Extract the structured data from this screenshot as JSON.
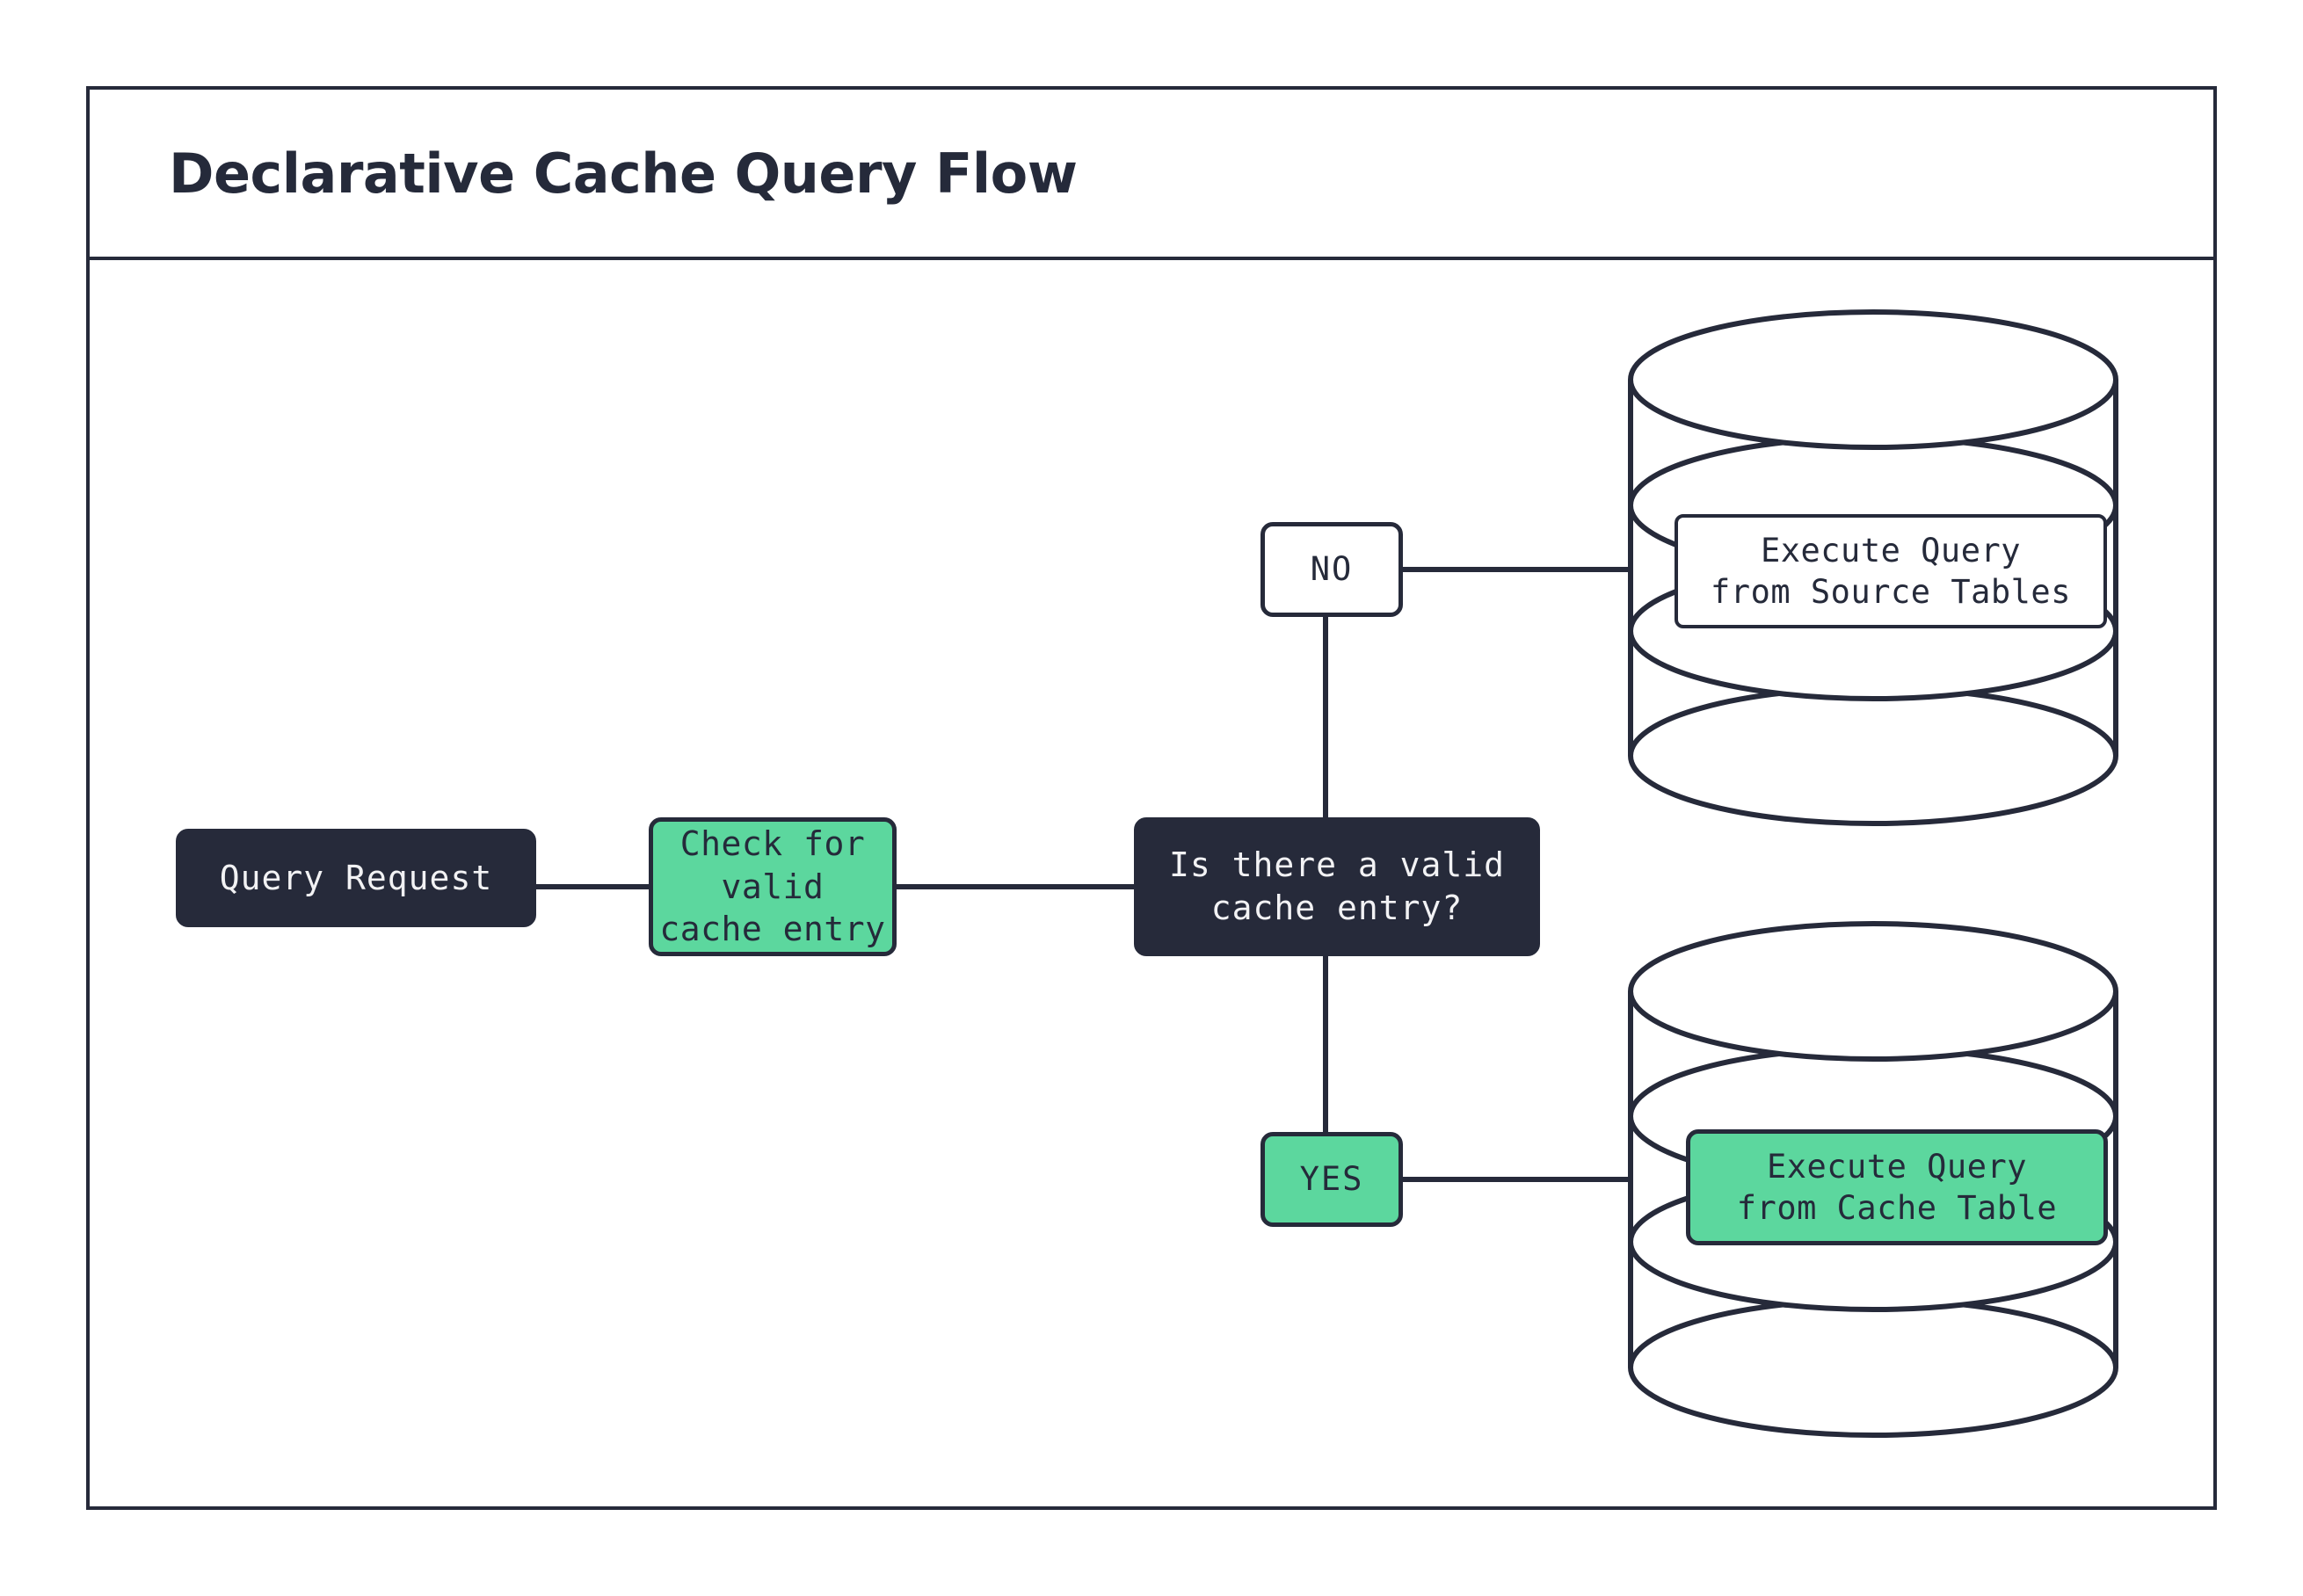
{
  "header": {
    "title": "Declarative Cache Query Flow"
  },
  "colors": {
    "ink": "#262a3a",
    "green": "#5cd79e",
    "white": "#ffffff",
    "text_light": "#f2f2f4"
  },
  "diagram": {
    "type": "flowchart",
    "orientation": "left-to-right",
    "nodes": [
      {
        "id": "query-request",
        "label": "Query Request",
        "shape": "rounded-rect",
        "style": "dark"
      },
      {
        "id": "check-cache",
        "label": "Check for valid\ncache entry",
        "shape": "rounded-rect",
        "style": "green"
      },
      {
        "id": "decision",
        "label": "Is there a valid\ncache entry?",
        "shape": "rounded-rect",
        "style": "dark"
      },
      {
        "id": "no",
        "label": "NO",
        "shape": "rounded-rect",
        "style": "white"
      },
      {
        "id": "yes",
        "label": "YES",
        "shape": "rounded-rect",
        "style": "green"
      },
      {
        "id": "source-db",
        "label": "Execute Query\nfrom Source Tables",
        "shape": "database-cylinder",
        "style": "white"
      },
      {
        "id": "cache-db",
        "label": "Execute Query\nfrom Cache Table",
        "shape": "database-cylinder",
        "style": "green"
      }
    ],
    "edges": [
      {
        "from": "query-request",
        "to": "check-cache"
      },
      {
        "from": "check-cache",
        "to": "decision"
      },
      {
        "from": "decision",
        "to": "no",
        "label": "NO"
      },
      {
        "from": "decision",
        "to": "yes",
        "label": "YES"
      },
      {
        "from": "no",
        "to": "source-db"
      },
      {
        "from": "yes",
        "to": "cache-db"
      }
    ]
  }
}
